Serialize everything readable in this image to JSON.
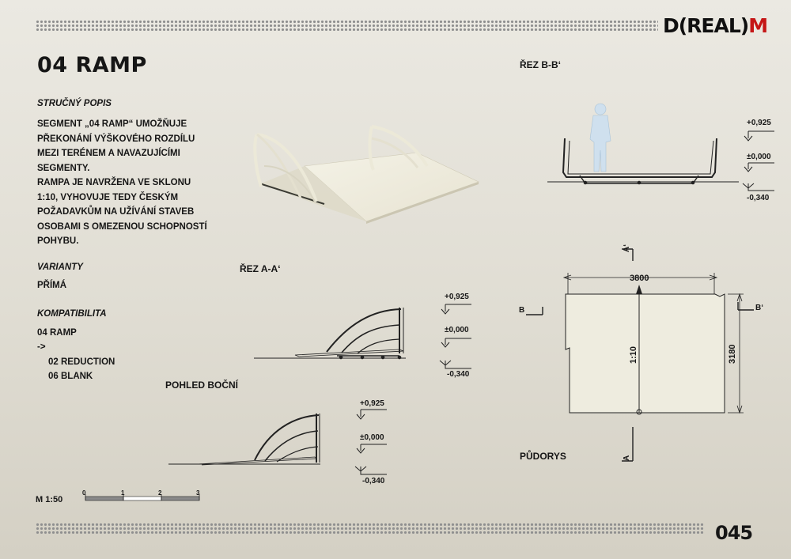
{
  "header": {
    "logo_main": "D(REAL)",
    "logo_accent": "M",
    "page_number": "045"
  },
  "title": "04 RAMP",
  "description": {
    "heading": "STRUČNÝ POPIS",
    "lines": [
      "SEGMENT „04 RAMP“  UMOŽŇUJE",
      "PŘEKONÁNÍ VÝŠKOVÉHO ROZDÍLU",
      "MEZI TERÉNEM A NAVAZUJÍCÍMI",
      "SEGMENTY.",
      "RAMPA JE NAVRŽENA VE SKLONU",
      "1:10, VYHOVUJE TEDY ČESKÝM",
      "POŽADAVKŮM NA UŽÍVÁNÍ STAVEB",
      "OSOBAMI S OMEZENOU SCHOPNOSTÍ",
      "POHYBU."
    ]
  },
  "variants": {
    "heading": "VARIANTY",
    "value": "PŘÍMÁ"
  },
  "compat": {
    "heading": "KOMPATIBILITA",
    "item": "04 RAMP",
    "arrow": "->",
    "sub1": "02 REDUCTION",
    "sub2": "06 BLANK"
  },
  "scale": {
    "label": "M 1:50",
    "ticks": [
      "0",
      "1",
      "2",
      "3"
    ]
  },
  "sections": {
    "bb": "ŘEZ B-B‘",
    "aa": "ŘEZ A-A‘",
    "side": "POHLED BOČNÍ",
    "plan": "PŮDORYS"
  },
  "levels": {
    "top": "+0,925",
    "zero": "±0,000",
    "bottom": "-0,340"
  },
  "plan": {
    "width": "3800",
    "depth": "3180",
    "slope": "1:10",
    "a": "A",
    "a_prime": "A‘",
    "b": "B",
    "b_prime": "B‘"
  }
}
